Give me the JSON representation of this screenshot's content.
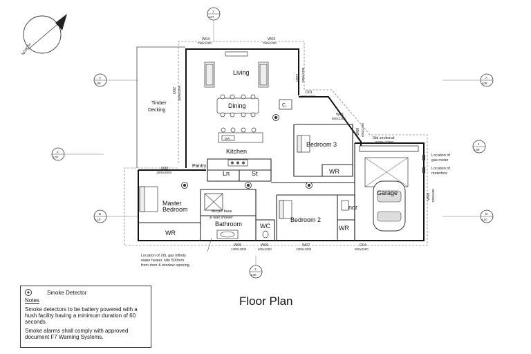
{
  "title": "Floor Plan",
  "north": "NORTH",
  "rooms": {
    "living": "Living",
    "dining": "Dining",
    "kitchen": "Kitchen",
    "pantry": "Pantry",
    "laundry_ln": "Ln",
    "store": "St",
    "bedroom3": "Bedroom 3",
    "wr_bed3": "WR",
    "master": "Master",
    "master2": "Bedroom",
    "wr_master": "WR",
    "bathroom": "Bathroom",
    "wc": "WC",
    "bedroom2": "Bedroom 2",
    "lndr": "Lndr",
    "wr_bed2": "WR",
    "garage": "Garage",
    "decking1": "Timber",
    "decking2": "Decking",
    "cupboard": "C.",
    "dw": "DW",
    "shower1": "Acrylic base",
    "shower2": "& wall shower"
  },
  "windows": [
    {
      "id": "W04",
      "size": "750x1200"
    },
    {
      "id": "W03",
      "size": "750x1200"
    },
    {
      "id": "W02",
      "size": "1800x1200"
    },
    {
      "id": "D01",
      "size": "1200x2000"
    },
    {
      "id": "W01",
      "size": "900x1200"
    },
    {
      "id": "W09",
      "size": "600x1200"
    },
    {
      "id": "D02",
      "size": "3600x2000"
    },
    {
      "id": "D03",
      "size": "1800x2000"
    },
    {
      "id": "W05",
      "size": "1200x1000"
    },
    {
      "id": "W06",
      "size": "600x1000"
    },
    {
      "id": "W07",
      "size": "1800x1200"
    },
    {
      "id": "D04",
      "size": "900x2000"
    },
    {
      "id": "W08",
      "size": "1800x900"
    }
  ],
  "garage_door": {
    "label": "Std sectional",
    "size": "2400x2150"
  },
  "section_markers": [
    {
      "top": "1",
      "bottom": "L07"
    },
    {
      "top": "A",
      "bottom": "L09"
    },
    {
      "top": "A",
      "bottom": "L09"
    },
    {
      "top": "2",
      "bottom": "L07"
    },
    {
      "top": "4",
      "bottom": "L08"
    },
    {
      "top": "B",
      "bottom": "L10"
    },
    {
      "top": "B",
      "bottom": "L10"
    },
    {
      "top": "3",
      "bottom": "L08"
    }
  ],
  "annotations": {
    "gas_meter": [
      "Location of",
      "gas meter"
    ],
    "meterbox": [
      "Location of",
      "meterbox"
    ],
    "water_heater": [
      "Location of 26L gas infinity",
      "water heater. Min 500mm",
      "from door & window opening."
    ]
  },
  "legend": {
    "symbol_label": "Smoke Detector",
    "notes_title": "Notes",
    "note1": "Smoke detectors to be battery powered with a hush facility having a minimum duration of 60 seconds.",
    "note2": "Smoke alarms shall comply with approved document F7 Warning Systems."
  }
}
